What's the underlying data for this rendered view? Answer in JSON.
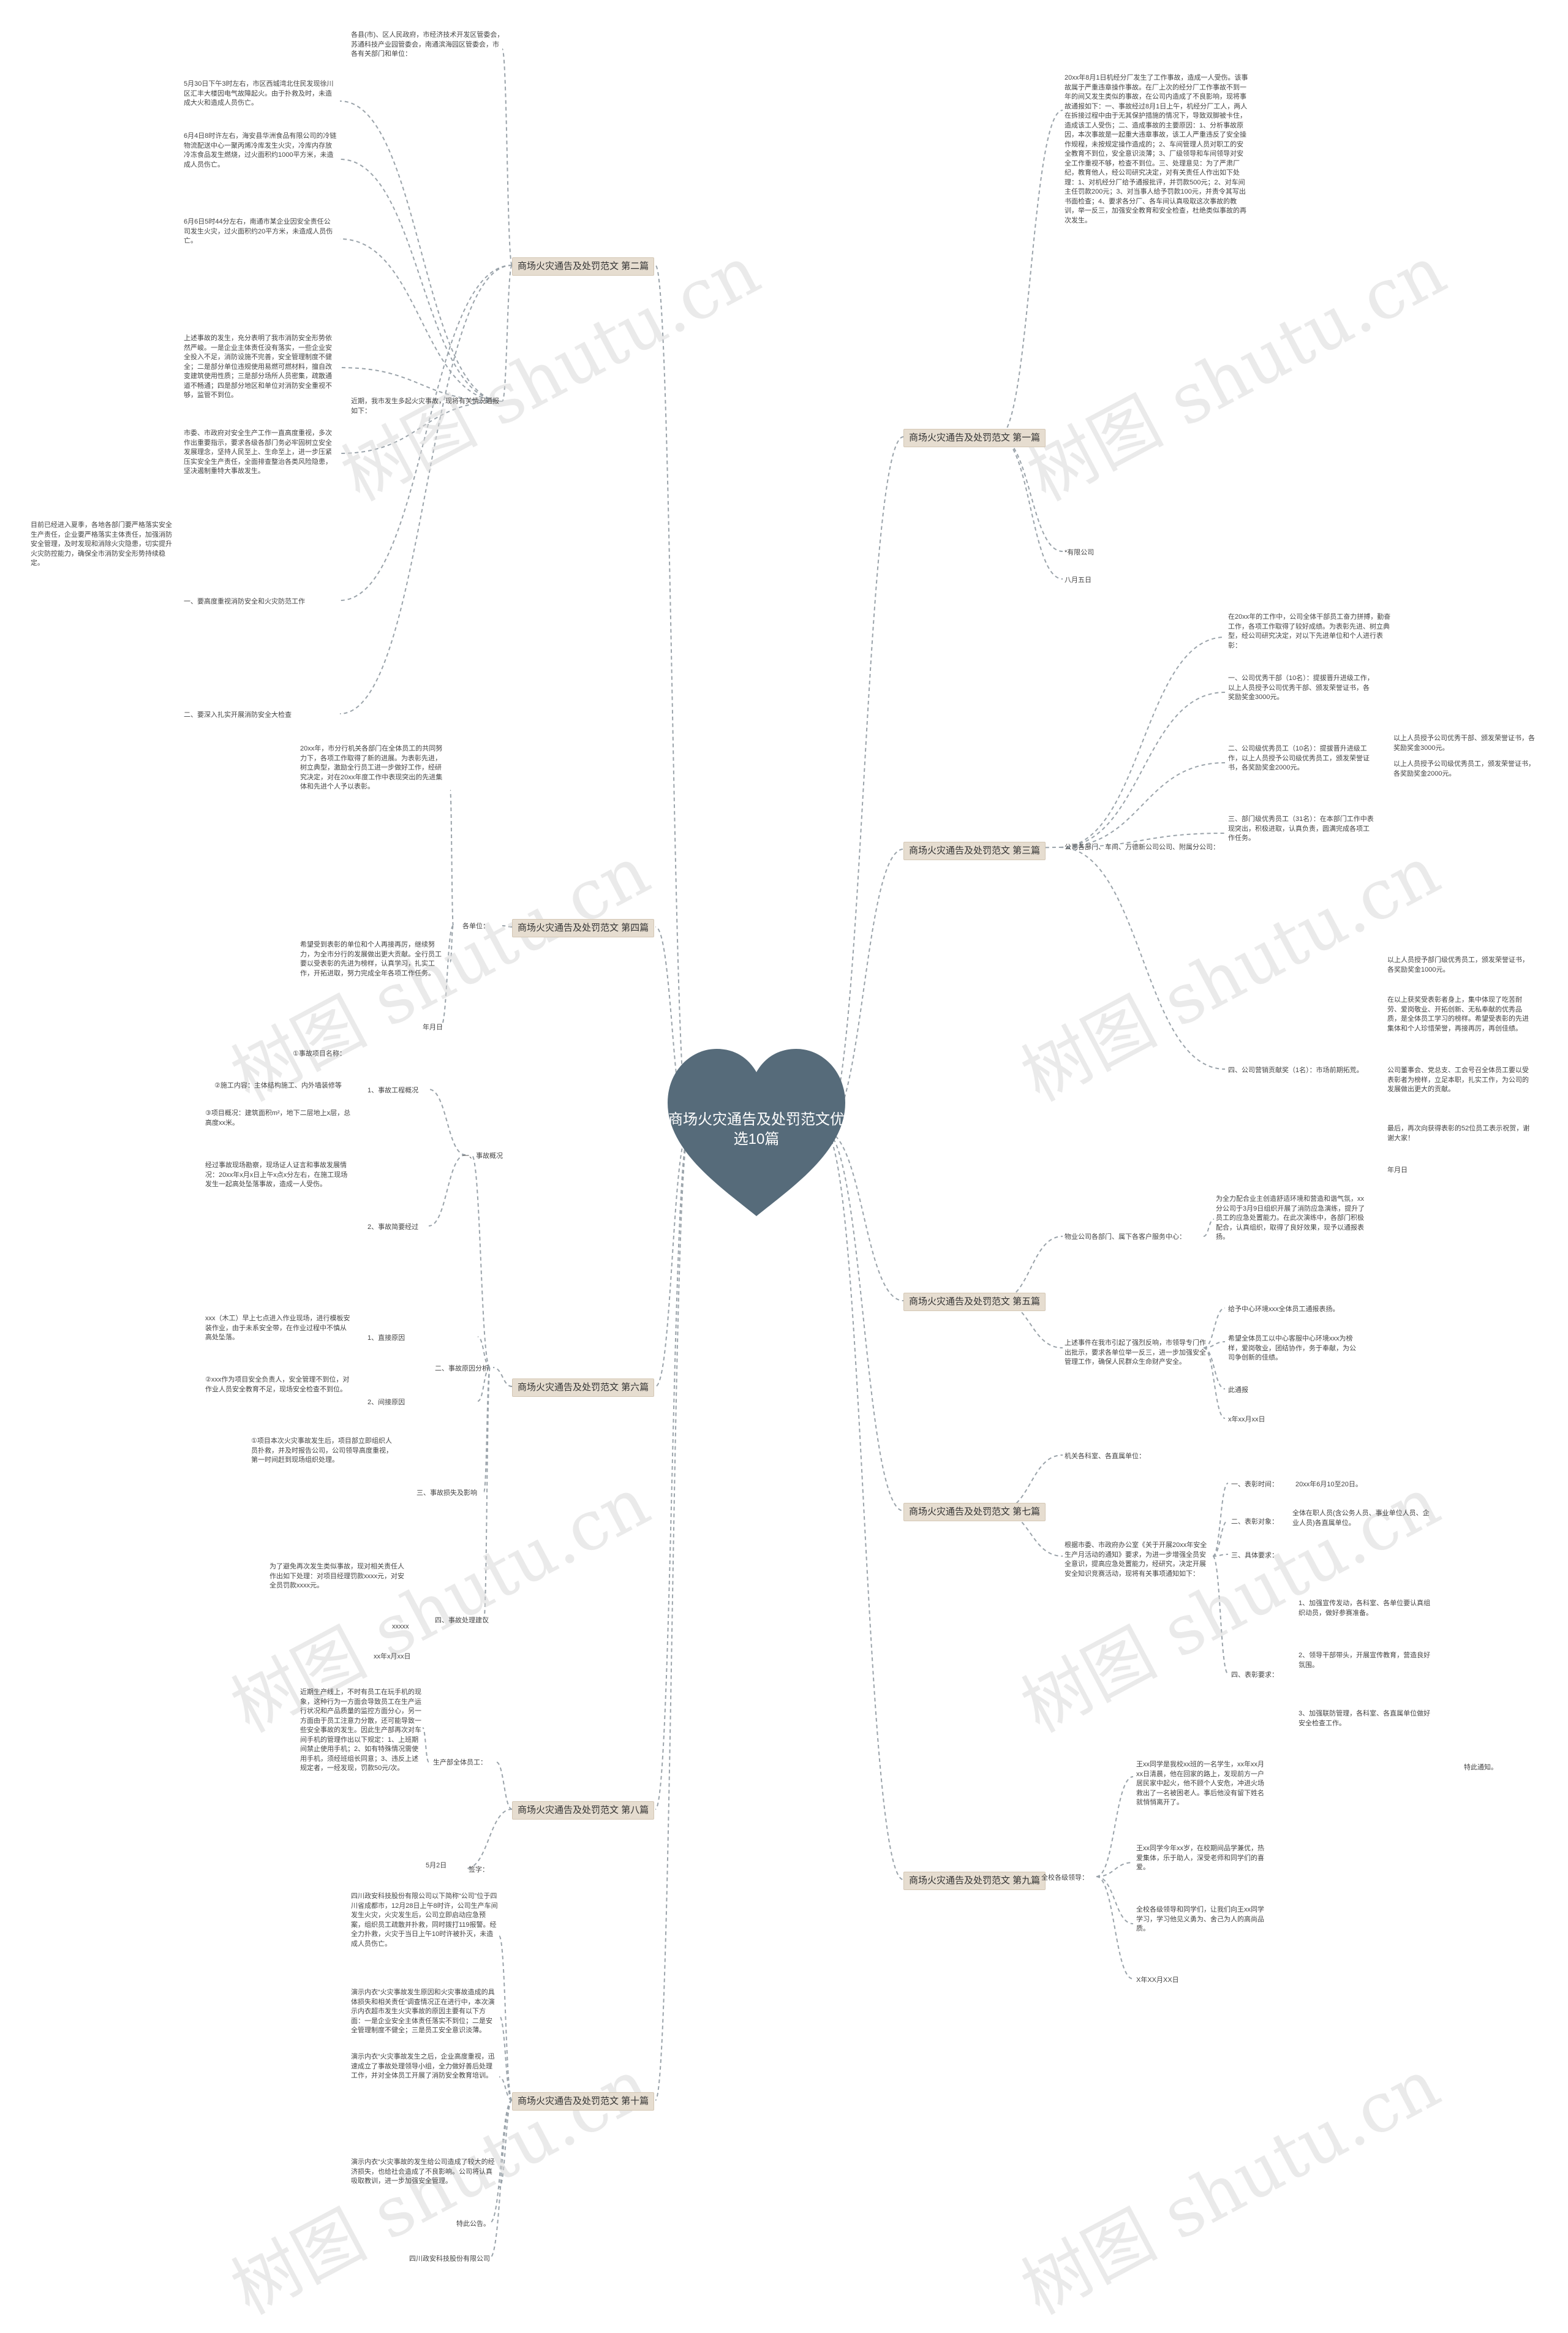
{
  "center": {
    "title": "商场火灾通告及处罚范文优选10篇"
  },
  "watermarks": [
    "树图 shutu.cn",
    "树图 shutu.cn",
    "树图 shutu.cn",
    "树图 shutu.cn",
    "树图 shutu.cn",
    "树图 shutu.cn",
    "树图 shutu.cn",
    "树图 shutu.cn"
  ],
  "colors": {
    "center": "#566b7a",
    "branch_bg": "#e6ddd0",
    "line": "#9aa3aa"
  },
  "branches": {
    "b1": {
      "label": "商场火灾通告及处罚范文 第一篇",
      "items": [
        "20xx年8月1日机经分厂发生了工作事故，造成一人受伤。该事故属于严重违章操作事故。在厂上次的经分厂工作事故不到一年的间又发生类似的事故，在公司内造成了不良影响，现将事故通报如下：一、事故经过8月1日上午，机经分厂工人，两人在拆接过程中由于无其保护措施的情况下，导致双脚被卡住，造成该工人受伤；二、造成事故的主要原因：1、分析事故原因，本次事故是一起重大违章事故，该工人严重违反了安全操作规程，未按规定操作造成的；2、车间管理人员对职工的安全教育不到位，安全意识淡薄；3、厂级领导和车间领导对安全工作重视不够，检查不到位。三、处理意见：为了严肃厂纪，教育他人，经公司研究决定，对有关责任人作出如下处理：1、对机经分厂给予通报批评，并罚款500元；2、对车间主任罚款200元；3、对当事人给予罚款100元，并责令其写出书面检查；4、要求各分厂、各车间认真吸取这次事故的教训，举一反三，加强安全教育和安全检查，杜绝类似事故的再次发生。",
        "*有限公司",
        "八月五日"
      ]
    },
    "b2": {
      "label": "商场火灾通告及处罚范文 第二篇",
      "intro": "各县(市)、区人民政府，市经济技术开发区管委会，苏通科技产业园管委会，南通滨海园区管委会，市各有关部门和单位：",
      "items": [
        "5月30日下午3时左右，市区西城湾北住民发现徐川区汇丰大楼因电气故障起火。由于扑救及时，未造成大火和造成人员伤亡。",
        "6月4日8时许左右，海安县华洲食品有限公司的冷链物流配送中心一聚丙烯冷库发生火灾，冷库内存放冷冻食品发生燃烧，过火面积约1000平方米，未造成人员伤亡。",
        "6月6日5时44分左右，南通市某企业因安全责任公司发生火灾，过火面积约20平方米，未造成人员伤亡。",
        "上述事故的发生，充分表明了我市消防安全形势依然严峻。一是企业主体责任没有落实，一些企业安全投入不足，消防设施不完善，安全管理制度不健全；二是部分单位违规使用易燃可燃材料，擅自改变建筑使用性质；三是部分场所人员密集，疏散通道不畅通；四是部分地区和单位对消防安全重视不够，监管不到位。",
        "近期，我市发生多起火灾事故，现将有关情况通报如下：",
        "市委、市政府对安全生产工作一直高度重视，多次作出重要指示，要求各级各部门务必牢固树立安全发展理念，坚持人民至上、生命至上，进一步压紧压实安全生产责任，全面排查整治各类风险隐患，坚决遏制重特大事故发生。",
        "目前已经进入夏季，各地各部门要严格落实安全生产责任，企业要严格落实主体责任，加强消防安全管理，及时发现和消除火灾隐患，切实提升火灾防控能力，确保全市消防安全形势持续稳定。",
        "一、要高度重视消防安全和火灾防范工作",
        "二、要深入扎实开展消防安全大检查"
      ]
    },
    "b3": {
      "label": "商场火灾通告及处罚范文 第三篇",
      "intro": "在20xx年的工作中，公司全体干部员工奋力拼搏，勤奋工作，各项工作取得了较好成绩。为表彰先进、树立典型，经公司研究决定，对以下先进单位和个人进行表彰：",
      "group": "公司各部门、车间、万德新公司公司、附属分公司：",
      "items": [
        "一、公司优秀干部（10名）：提拔晋升进级工作，以上人员授予公司优秀干部、颁发荣誉证书，各奖励奖金3000元。",
        "以上人员授予公司优秀干部、颁发荣誉证书，各奖励奖金3000元。",
        "二、公司级优秀员工（10名）：提拔晋升进级工作，以上人员授予公司级优秀员工，颁发荣誉证书，各奖励奖金2000元。",
        "以上人员授予公司级优秀员工，颁发荣誉证书，各奖励奖金2000元。",
        "三、部门级优秀员工（31名）：在本部门工作中表现突出，积极进取，认真负责，圆满完成各项工作任务。",
        "以上人员授予部门级优秀员工，颁发荣誉证书，各奖励奖金1000元。",
        "在以上获奖受表彰者身上，集中体现了吃苦耐劳、爱岗敬业、开拓创新、无私奉献的优秀品质，是全体员工学习的榜样。希望受表彰的先进集体和个人珍惜荣誉，再接再厉，再创佳绩。",
        "公司董事会、党总支、工会号召全体员工要以受表彰者为榜样，立足本职，扎实工作，为公司的发展做出更大的贡献。",
        "最后，再次向获得表彰的52位员工表示祝贺，谢谢大家！",
        "年月日",
        "四、公司营销贡献奖（1名）：市场前期拓荒。"
      ]
    },
    "b4": {
      "label": "商场火灾通告及处罚范文 第四篇",
      "intro": "各单位：",
      "items": [
        "20xx年，市分行机关各部门在全体员工的共同努力下，各项工作取得了新的进展。为表彰先进，树立典型，激励全行员工进一步做好工作，经研究决定，对在20xx年度工作中表现突出的先进集体和先进个人予以表彰。",
        "希望受到表彰的单位和个人再接再厉，继续努力，为全市分行的发展做出更大贡献。全行员工要以受表彰的先进为榜样，认真学习，扎实工作，开拓进取，努力完成全年各项工作任务。",
        "年月日"
      ]
    },
    "b5": {
      "label": "商场火灾通告及处罚范文 第五篇",
      "intro": "物业公司各部门、属下各客户服务中心：",
      "items": [
        "为全力配合业主创造舒适环境和营造和谐气氛，xx分公司于3月9日组织开展了消防应急演练，提升了员工的应急处置能力。在此次演练中，各部门积极配合，认真组织，取得了良好效果，现予以通报表扬。",
        "上述事件在我市引起了强烈反响，市领导专门作出批示，要求各单位举一反三，进一步加强安全管理工作，确保人民群众生命财产安全。",
        "给予中心环境xxx全体员工通报表扬。",
        "希望全体员工以中心客服中心环境xxx为榜样，爱岗敬业，团结协作，务于奉献，为公司争创新的佳绩。",
        "此通报",
        "x年xx月xx日"
      ]
    },
    "b6": {
      "label": "商场火灾通告及处罚范文 第六篇",
      "items": [
        "①事故项目名称：",
        "②施工内容：主体结构施工、内外墙装修等",
        "③项目概况：建筑面积m²，地下二层地上x层，总高度xx米。",
        "一、事故概况",
        "1、事故工程概况",
        "经过事故现场勘察，现场证人证言和事故发展情况：20xx年x月x日上午x点x分左右，在施工现场发生一起高处坠落事故，造成一人受伤。",
        "2、事故简要经过",
        "xxx（木工）早上七点进入作业现场，进行模板安装作业，由于未系安全带，在作业过程中不慎从高处坠落。",
        "1、直接原因",
        "②xxx作为项目安全负责人，安全管理不到位，对作业人员安全教育不足，现场安全检查不到位。",
        "2、间接原因",
        "二、事故原因分析",
        "①项目本次火灾事故发生后，项目部立即组织人员扑救，并及时报告公司，公司领导高度重视，第一时间赶到现场组织处理。",
        "三、事故损失及影响",
        "为了避免再次发生类似事故，现对相关责任人作出如下处理：对项目经理罚款xxxx元，对安全员罚款xxxx元。",
        "四、事故处理建议",
        "xxxxx",
        "xx年x月xx日"
      ]
    },
    "b7": {
      "label": "商场火灾通告及处罚范文 第七篇",
      "items": [
        "机关各科室、各直属单位：",
        "一、表彰时间：",
        "20xx年6月10至20日。",
        "二、表彰对象：",
        "全体在职人员(含公务人员、事业单位人员、企业人员)各直属单位。",
        "根据市委、市政府办公室《关于开展20xx年安全生产月活动的通知》要求，为进一步增强全员安全意识，提高应急处置能力，经研究，决定开展安全知识竞赛活动，现将有关事项通知如下：",
        "三、具体要求：",
        "四、表彰要求：",
        "1、加强宣传发动，各科室、各单位要认真组织动员，做好参赛准备。",
        "2、领导干部带头，开展宣传教育，营造良好氛围。",
        "3、加强联防管理，各科室、各直属单位做好安全检查工作。",
        "特此通知。"
      ]
    },
    "b8": {
      "label": "商场火灾通告及处罚范文 第八篇",
      "intro": "生产部全体员工：",
      "items": [
        "近期生产线上，不时有员工在玩手机的现象，这种行为一方面会导致员工在生产运行状况和产品质量的监控方面分心，另一方面由于员工注意力分散，还可能导致一些安全事故的发生。因此生产部再次对车间手机的管理作出以下规定：1、上班期间禁止使用手机；2、如有特殊情况需使用手机，须经班组长同意；3、违反上述规定者，一经发现，罚款50元/次。",
        "5月2日",
        "签字："
      ]
    },
    "b9": {
      "label": "商场火灾通告及处罚范文 第九篇",
      "intro": "全校各级领导：",
      "items": [
        "王xx同学是我校xx班的一名学生，xx年xx月xx日清晨，他在回家的路上，发现前方一户居民家中起火，他不顾个人安危，冲进火场救出了一名被困老人。事后他没有留下姓名就悄悄离开了。",
        "王xx同学今年xx岁，在校期间品学兼优，热爱集体，乐于助人，深受老师和同学们的喜爱。",
        "全校各级领导和同学们，让我们向王xx同学学习，学习他见义勇为、舍己为人的高尚品质。",
        "X年XX月XX日"
      ]
    },
    "b10": {
      "label": "商场火灾通告及处罚范文 第十篇",
      "items": [
        "四川政安科技股份有限公司以下简称“公司”位于四川省成都市，12月28日上午8时许，公司生产车间发生火灾，火灾发生后，公司立即启动应急预案，组织员工疏散并扑救，同时拨打119报警。经全力扑救，火灾于当日上午10时许被扑灭，未造成人员伤亡。",
        "演示内衣“火灾事故发生原因和火灾事故造成的具体损失和相关责任”调查情况正在进行中，本次演示内衣超市发生火灾事故的原因主要有以下方面：一是企业安全主体责任落实不到位；二是安全管理制度不健全；三是员工安全意识淡薄。",
        "演示内衣“火灾事故发生之后，企业高度重视，迅速成立了事故处理领导小组，全力做好善后处理工作，并对全体员工开展了消防安全教育培训。",
        "演示内衣“火灾事故的发生给公司造成了较大的经济损失，也给社会造成了不良影响。公司将认真吸取教训，进一步加强安全管理。",
        "特此公告。",
        "四川政安科技股份有限公司"
      ]
    }
  }
}
